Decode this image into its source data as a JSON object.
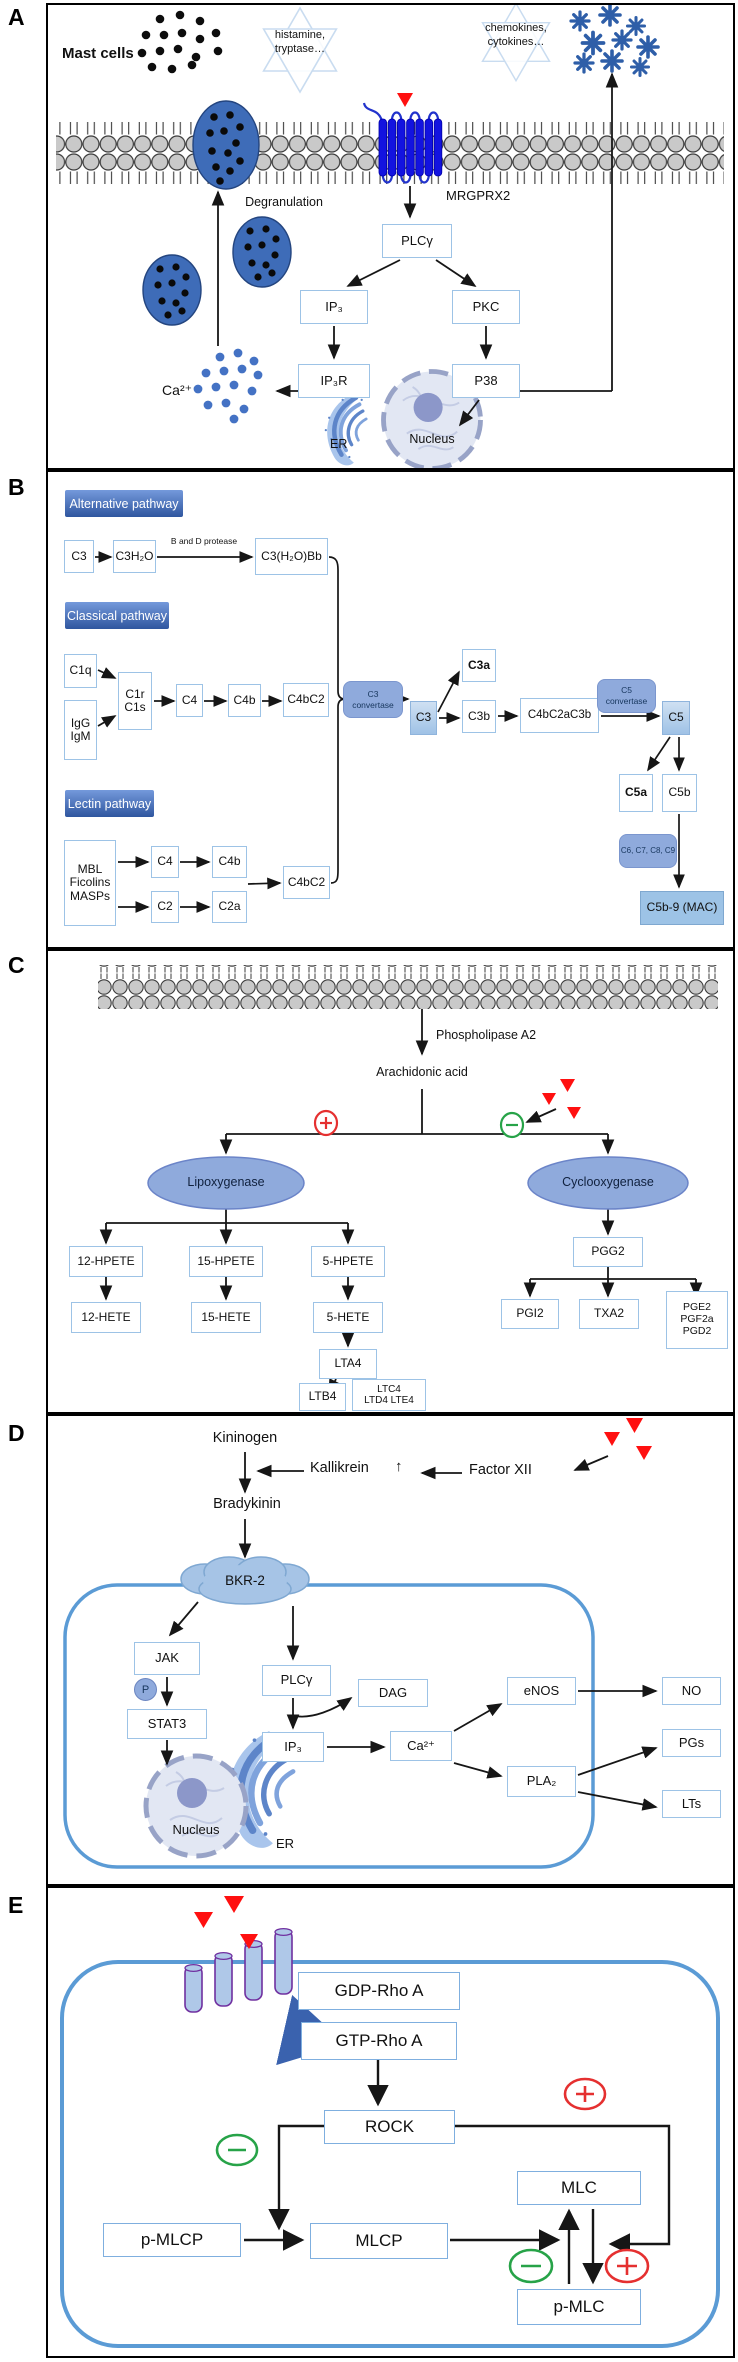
{
  "figure": {
    "type": "signaling-pathway-diagram",
    "panel_labels": [
      "A",
      "B",
      "C",
      "D",
      "E"
    ]
  },
  "colors": {
    "cell_border_blue": "#5B9BD5",
    "box_border_blue": "#9DC3E6",
    "convertase_fill": "#8FAADC",
    "header_blue_top": "#7499DB",
    "header_blue_bottom": "#2F569F",
    "granule_blue": "#3E6CB8",
    "receptor_blue": "#1313E0",
    "membrane_gray": "#C9C9C9",
    "stimulation_red": "#E53030",
    "inhibition_green": "#27A348",
    "drug_triangle_red": "#FF1010"
  },
  "panels": {
    "a": {
      "label": "A",
      "mast_cells": "Mast cells",
      "star1": [
        "histamine,",
        "tryptase…"
      ],
      "star2": [
        "chemokines,",
        "cytokines…"
      ],
      "receptor": "MRGPRX2",
      "degranulation": "Degranulation",
      "plcg": "PLCγ",
      "ip3": "IP₃",
      "pkc": "PKC",
      "ip3r": "IP₃R",
      "p38": "P38",
      "ca": "Ca²⁺",
      "er": "ER",
      "nucleus": "Nucleus"
    },
    "b": {
      "label": "B",
      "alternative_header": "Alternative pathway",
      "classical_header": "Classical pathway",
      "lectin_header": "Lectin pathway",
      "c3": "C3",
      "c3h2o": "C3H₂O",
      "protease": "B and D protease",
      "c3h2obb": "C3(H₂O)Bb",
      "c1q": "C1q",
      "c1r": "C1r",
      "c1s": "C1s",
      "igg": "IgG",
      "igm": "IgM",
      "c4": "C4",
      "c4b": "C4b",
      "c4bc2": "C4bC2",
      "mbl": "MBL",
      "ficolins": "Ficolins",
      "masps": "MASPs",
      "c2": "C2",
      "c2a": "C2a",
      "c3_convertase": [
        "C3",
        "convertase"
      ],
      "c3f": "C3",
      "c3a": "C3a",
      "c3b": "C3b",
      "c4bc2ac3b": "C4bC2aC3b",
      "c5_convertase": [
        "C5",
        "convertase"
      ],
      "c5": "C5",
      "c5a": "C5a",
      "c5b": "C5b",
      "c6_9": "C6, C7, C8, C9",
      "mac": "C5b-9 (MAC)"
    },
    "c": {
      "label": "C",
      "phospholipase": "Phospholipase A2",
      "arachidonic": "Arachidonic acid",
      "lipoxygenase": "Lipoxygenase",
      "cyclooxygenase": "Cyclooxygenase",
      "hpete12": "12-HPETE",
      "hpete15": "15-HPETE",
      "hpete5": "5-HPETE",
      "hete12": "12-HETE",
      "hete15": "15-HETE",
      "hete5": "5-HETE",
      "lta4": "LTA4",
      "ltb4": "LTB4",
      "ltc4": [
        "LTC4",
        "LTD4 LTE4"
      ],
      "pgg2": "PGG2",
      "pgi2": "PGI2",
      "txa2": "TXA2",
      "pge_group": [
        "PGE2",
        "PGF2a",
        "PGD2"
      ]
    },
    "d": {
      "label": "D",
      "kininogen": "Kininogen",
      "kallikrein": "Kallikrein",
      "up_arrow": "↑",
      "factor_xii": "Factor XII",
      "bradykinin": "Bradykinin",
      "bkr2": "BKR-2",
      "jak": "JAK",
      "p": "P",
      "stat3": "STAT3",
      "plcg": "PLCγ",
      "dag": "DAG",
      "ip3": "IP₃",
      "ca": "Ca²⁺",
      "enos": "eNOS",
      "no": "NO",
      "pla2": "PLA₂",
      "pgs": "PGs",
      "lts": "LTs",
      "nucleus": "Nucleus",
      "er": "ER"
    },
    "e": {
      "label": "E",
      "gdp_rhoa": "GDP-Rho A",
      "gtp_rhoa": "GTP-Rho A",
      "rock": "ROCK",
      "mlc": "MLC",
      "p_mlc": "p-MLC",
      "mlcp": "MLCP",
      "p_mlcp": "p-MLCP"
    }
  }
}
